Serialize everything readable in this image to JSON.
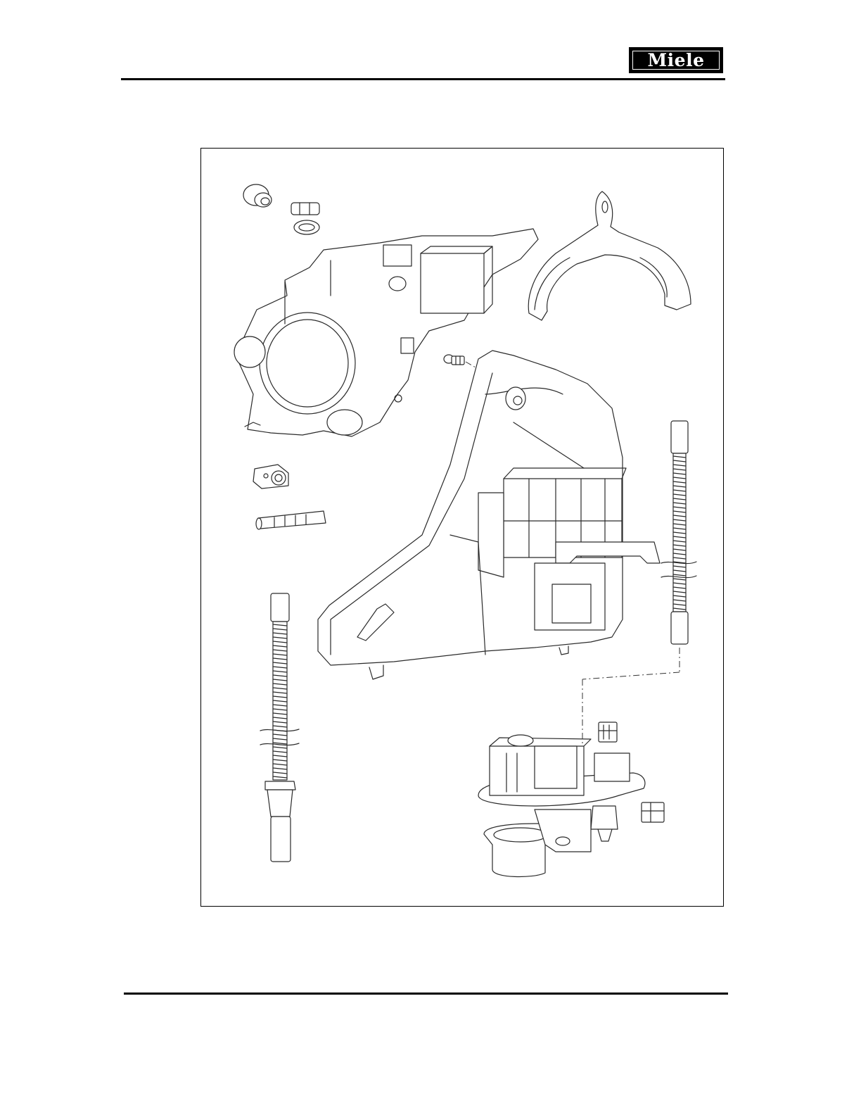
{
  "header": {
    "logo_text": "Miele"
  },
  "drawing": {
    "type": "exploded parts illustration",
    "parts": [
      "grommet",
      "hose-clamp-fitting",
      "air-break-housing",
      "support-bracket",
      "screw",
      "sensor-clip",
      "connector-tube",
      "dispenser-housing",
      "corrugated-hose-right",
      "corrugated-hose-left",
      "circulation-pump",
      "plug-connector-upper",
      "plug-connector-lower"
    ]
  }
}
